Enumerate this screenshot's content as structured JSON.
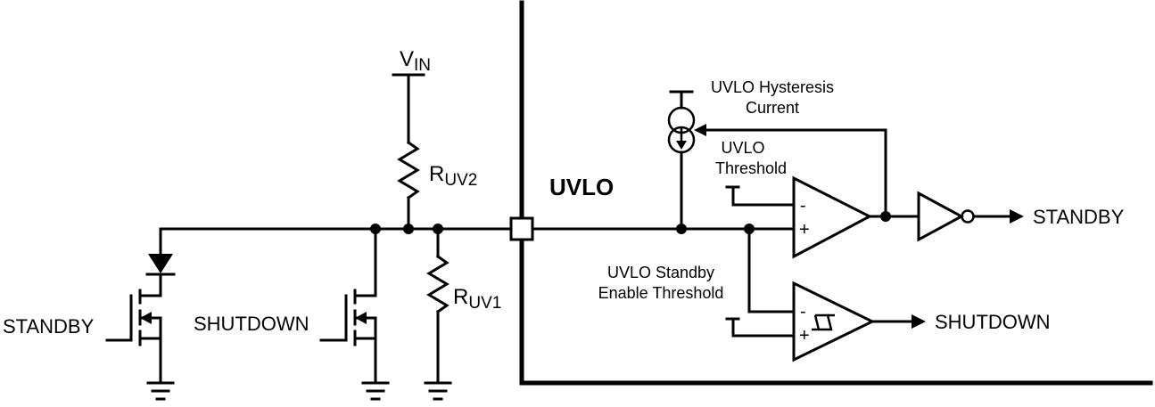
{
  "labels": {
    "vin_main": "V",
    "vin_sub": "IN",
    "ruv2_main": "R",
    "ruv2_sub": "UV2",
    "ruv1_main": "R",
    "ruv1_sub": "UV1",
    "uvlo_pin": "UVLO",
    "standby_gate": "STANDBY",
    "shutdown_gate": "SHUTDOWN",
    "hysteresis_line1": "UVLO Hysteresis",
    "hysteresis_line2": "Current",
    "threshold_line1": "UVLO",
    "threshold_line2": "Threshold",
    "standby_thr_line1": "UVLO Standby",
    "standby_thr_line2": "Enable Threshold",
    "out_standby": "STANDBY",
    "out_shutdown": "SHUTDOWN",
    "minus_sign": "-",
    "plus_sign": "+"
  }
}
